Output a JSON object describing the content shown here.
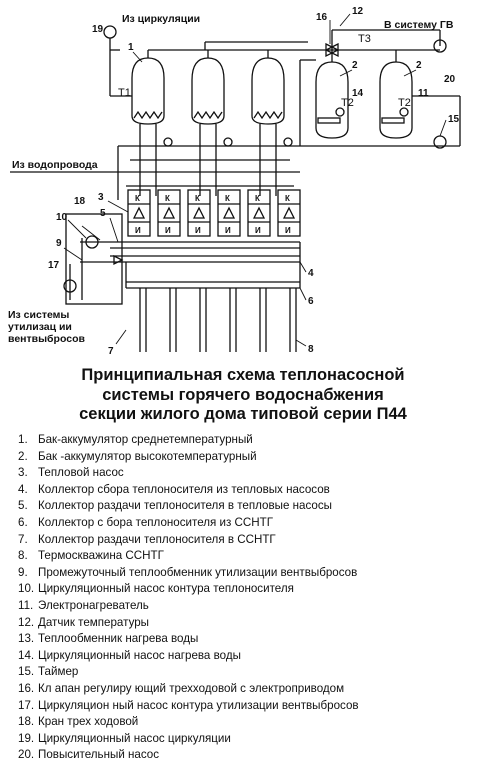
{
  "diagram": {
    "labels": {
      "from_circulation": "Из циркуляции",
      "to_hw_system": "В систему ГВ",
      "from_water_supply": "Из водопровода",
      "from_recovery_line1": "Из системы",
      "from_recovery_line2": "утилизац ии",
      "from_recovery_line3": "вентвыбросов",
      "t1": "Т1",
      "t2a": "Т2",
      "t2b": "Т2",
      "t3": "Т3",
      "k": "К",
      "i": "И"
    },
    "numbers": [
      "1",
      "2",
      "2",
      "3",
      "4",
      "5",
      "6",
      "7",
      "8",
      "9",
      "10",
      "11",
      "12",
      "14",
      "15",
      "16",
      "17",
      "18",
      "19",
      "20"
    ]
  },
  "title": {
    "line1": "Принципиальная схема теплонасосной",
    "line2": "системы горячего водоснабжения",
    "line3": "секции жилого дома типовой серии П44"
  },
  "legend": [
    {
      "num": "1.",
      "text": "Бак-аккумулятор среднетемпературный"
    },
    {
      "num": "2.",
      "text": "Бак -аккумулятор высокотемпературный"
    },
    {
      "num": "3.",
      "text": "Тепловой насос"
    },
    {
      "num": "4.",
      "text": "Коллектор сбора теплоносителя из тепловых насосов"
    },
    {
      "num": "5.",
      "text": "Коллектор раздачи теплоносителя в тепловые насосы"
    },
    {
      "num": "6.",
      "text": "Коллектор с бора теплоносителя из ССНТГ"
    },
    {
      "num": "7.",
      "text": "Коллектор раздачи теплоносителя в ССНТГ"
    },
    {
      "num": "8.",
      "text": "Термоскважина ССНТГ"
    },
    {
      "num": "9.",
      "text": "Промежуточный теплообменник утилизации вентвыбросов"
    },
    {
      "num": "10.",
      "text": "Циркуляционный насос контура теплоносителя"
    },
    {
      "num": "11.",
      "text": "Электронагреватель"
    },
    {
      "num": "12.",
      "text": "Датчик температуры"
    },
    {
      "num": "13.",
      "text": "Теплообменник нагрева воды"
    },
    {
      "num": "14.",
      "text": "Циркуляционный насос нагрева воды"
    },
    {
      "num": "15.",
      "text": "Таймер"
    },
    {
      "num": "16.",
      "text": "Кл апан регулиру ющий трехходовой с электроприводом"
    },
    {
      "num": "17.",
      "text": "Циркуляцион ный насос контура утилизации вентвыбросов"
    },
    {
      "num": "18.",
      "text": "Кран трех ходовой"
    },
    {
      "num": "19.",
      "text": "Циркуляционный насос циркуляции"
    },
    {
      "num": "20.",
      "text": "Повысительный насос"
    }
  ]
}
